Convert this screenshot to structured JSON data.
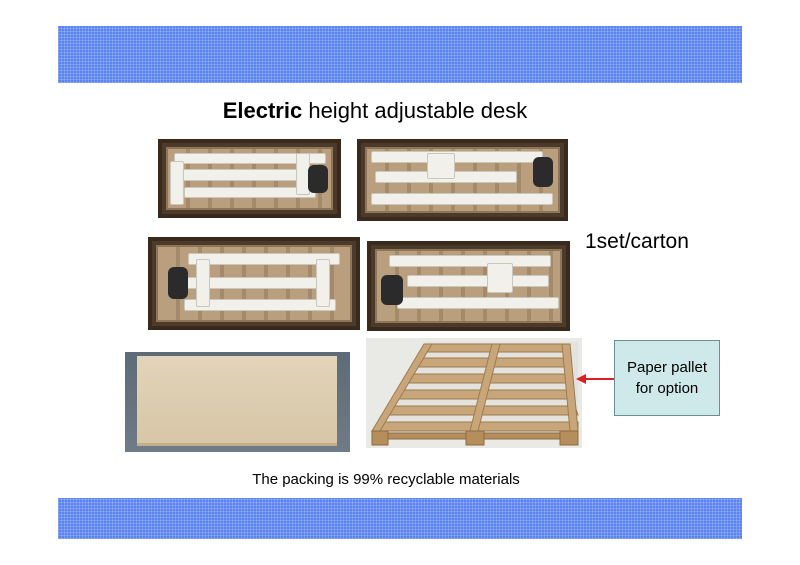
{
  "title": {
    "bold": "Electric",
    "rest": " height adjustable desk"
  },
  "per_carton": "1set/carton",
  "callout": {
    "line1": "Paper pallet",
    "line2": "for option"
  },
  "footer": "The packing is 99% recyclable materials",
  "colors": {
    "band": "#5b84f0",
    "callout_fill": "#cfe8ea",
    "arrow": "#e02020"
  }
}
